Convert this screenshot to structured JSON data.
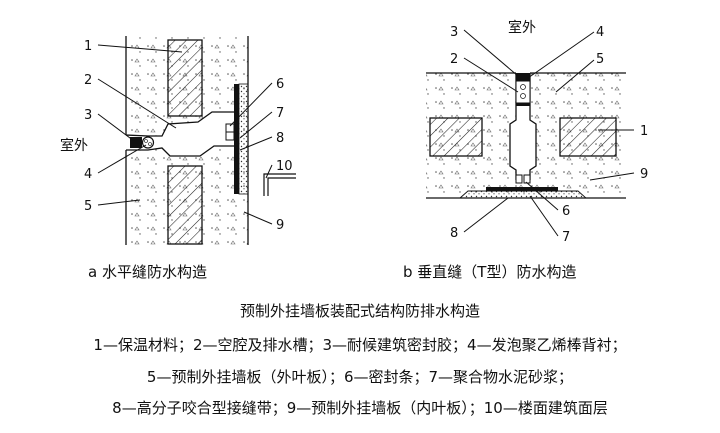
{
  "figure": {
    "caption_a": "a 水平缝防水构造",
    "caption_b": "b 垂直缝（T型）防水构造",
    "title": "预制外挂墙板装配式结构防排水构造",
    "outdoor_label": "室外",
    "diagram_a_callouts": [
      "1",
      "2",
      "3",
      "4",
      "5",
      "6",
      "7",
      "8",
      "9",
      "10"
    ],
    "diagram_b_callouts": [
      "1",
      "2",
      "3",
      "4",
      "5",
      "6",
      "7",
      "8",
      "9"
    ]
  },
  "legend": {
    "line1": "1—保温材料；2—空腔及排水槽；3—耐候建筑密封胶；4—发泡聚乙烯棒背衬；",
    "line2": "5—预制外挂墙板（外叶板）；6—密封条；7—聚合物水泥砂浆；",
    "line3": "8—高分子咬合型接缝带；9—预制外挂墙板（内叶板）；10—楼面建筑面层"
  }
}
